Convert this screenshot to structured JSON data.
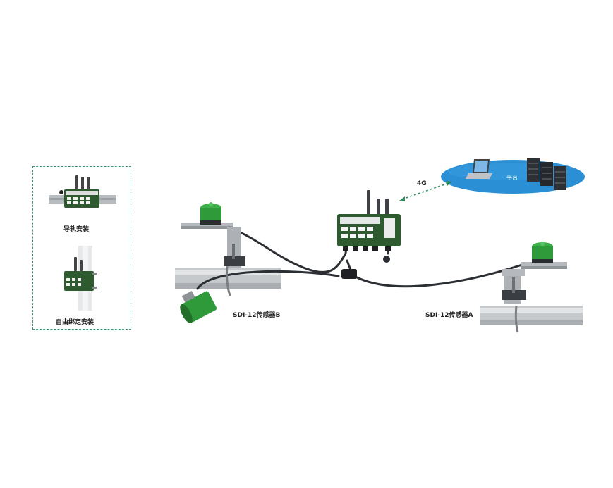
{
  "inset": {
    "rail_mount_label": "导轨安装",
    "strap_mount_label": "自由绑定安装"
  },
  "network": {
    "link_label": "4G",
    "platform_label": "平台"
  },
  "sensors": {
    "sensor_b_label": "SDI-12传感器B",
    "sensor_a_label": "SDI-12传感器A"
  },
  "colors": {
    "cloud": "#2a8fd4",
    "device_green": "#2d5a2e",
    "sensor_green": "#2f9a3a",
    "cable": "#2b2e33",
    "pipe": "#c6c9cc",
    "inset_border": "#3f8f80"
  }
}
